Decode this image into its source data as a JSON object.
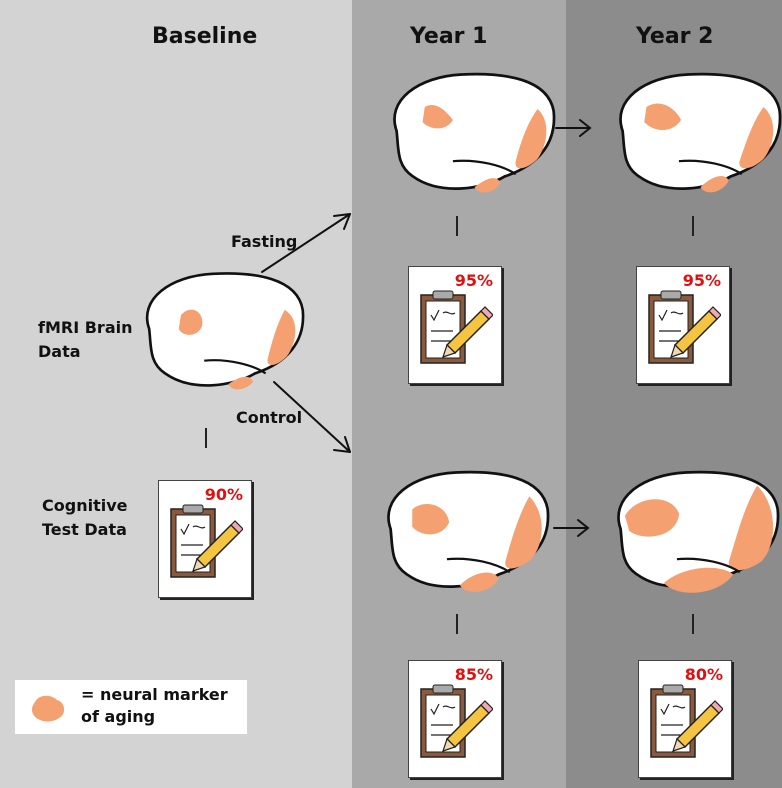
{
  "headings": {
    "baseline": "Baseline",
    "year1": "Year 1",
    "year2": "Year 2"
  },
  "labels": {
    "fmri_line1": "fMRI Brain",
    "fmri_line2": "Data",
    "cognitive_line1": "Cognitive",
    "cognitive_line2": "Test Data",
    "fasting": "Fasting",
    "control": "Control"
  },
  "scores": {
    "baseline": "90%",
    "fasting_year1": "95%",
    "fasting_year2": "95%",
    "control_year1": "85%",
    "control_year2": "80%"
  },
  "legend": {
    "line1": "= neural marker",
    "line2": "of aging"
  },
  "colors": {
    "marker": "#f5a070",
    "marker_outline": "#e08a5a",
    "score": "#e01010",
    "baseline_bg": "#d3d3d3",
    "year1_bg": "#a9a9a9",
    "year2_bg": "#8c8c8c"
  }
}
